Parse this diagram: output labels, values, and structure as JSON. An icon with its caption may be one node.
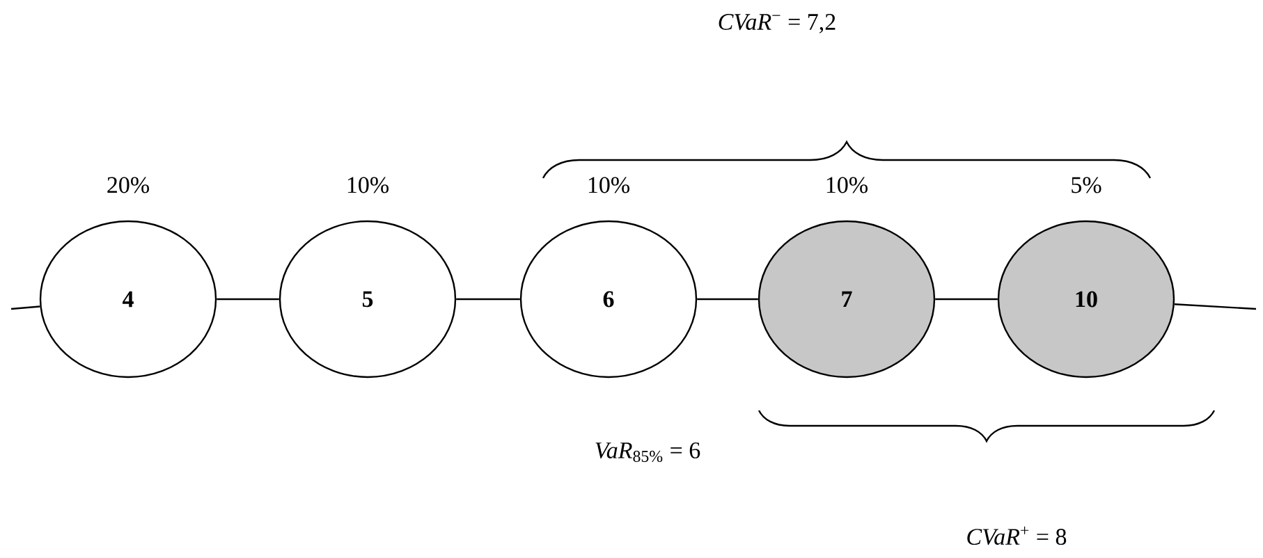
{
  "diagram": {
    "nodes": [
      {
        "text": [
          "4"
        ],
        "beside": [
          "20%"
        ]
      },
      {
        "text": [
          "5"
        ],
        "beside": [
          "10%"
        ]
      },
      {
        "text": [
          "6"
        ],
        "beside": [
          "10%"
        ]
      },
      {
        "text": [
          "7"
        ],
        "beside": [
          "10%"
        ]
      },
      {
        "text": [
          "10"
        ],
        "beside": [
          "5%"
        ]
      }
    ],
    "edges": [
      {
        "from": null,
        "to": 0,
        "arrow": "none"
      },
      {
        "from": 0,
        "to": 1,
        "arrow": "none"
      },
      {
        "from": 1,
        "to": 2,
        "arrow": "none"
      },
      {
        "from": 2,
        "to": 3,
        "arrow": "none"
      },
      {
        "from": 3,
        "to": 4,
        "arrow": "none"
      },
      {
        "from": 4,
        "to": null,
        "arrow": "none"
      }
    ],
    "labels": [
      "*CVaR*$^{−}$ = 7,2",
      "*VaR*$_{85%}$ = 6",
      "*CVaR*$^{+}$ = 8"
    ]
  }
}
